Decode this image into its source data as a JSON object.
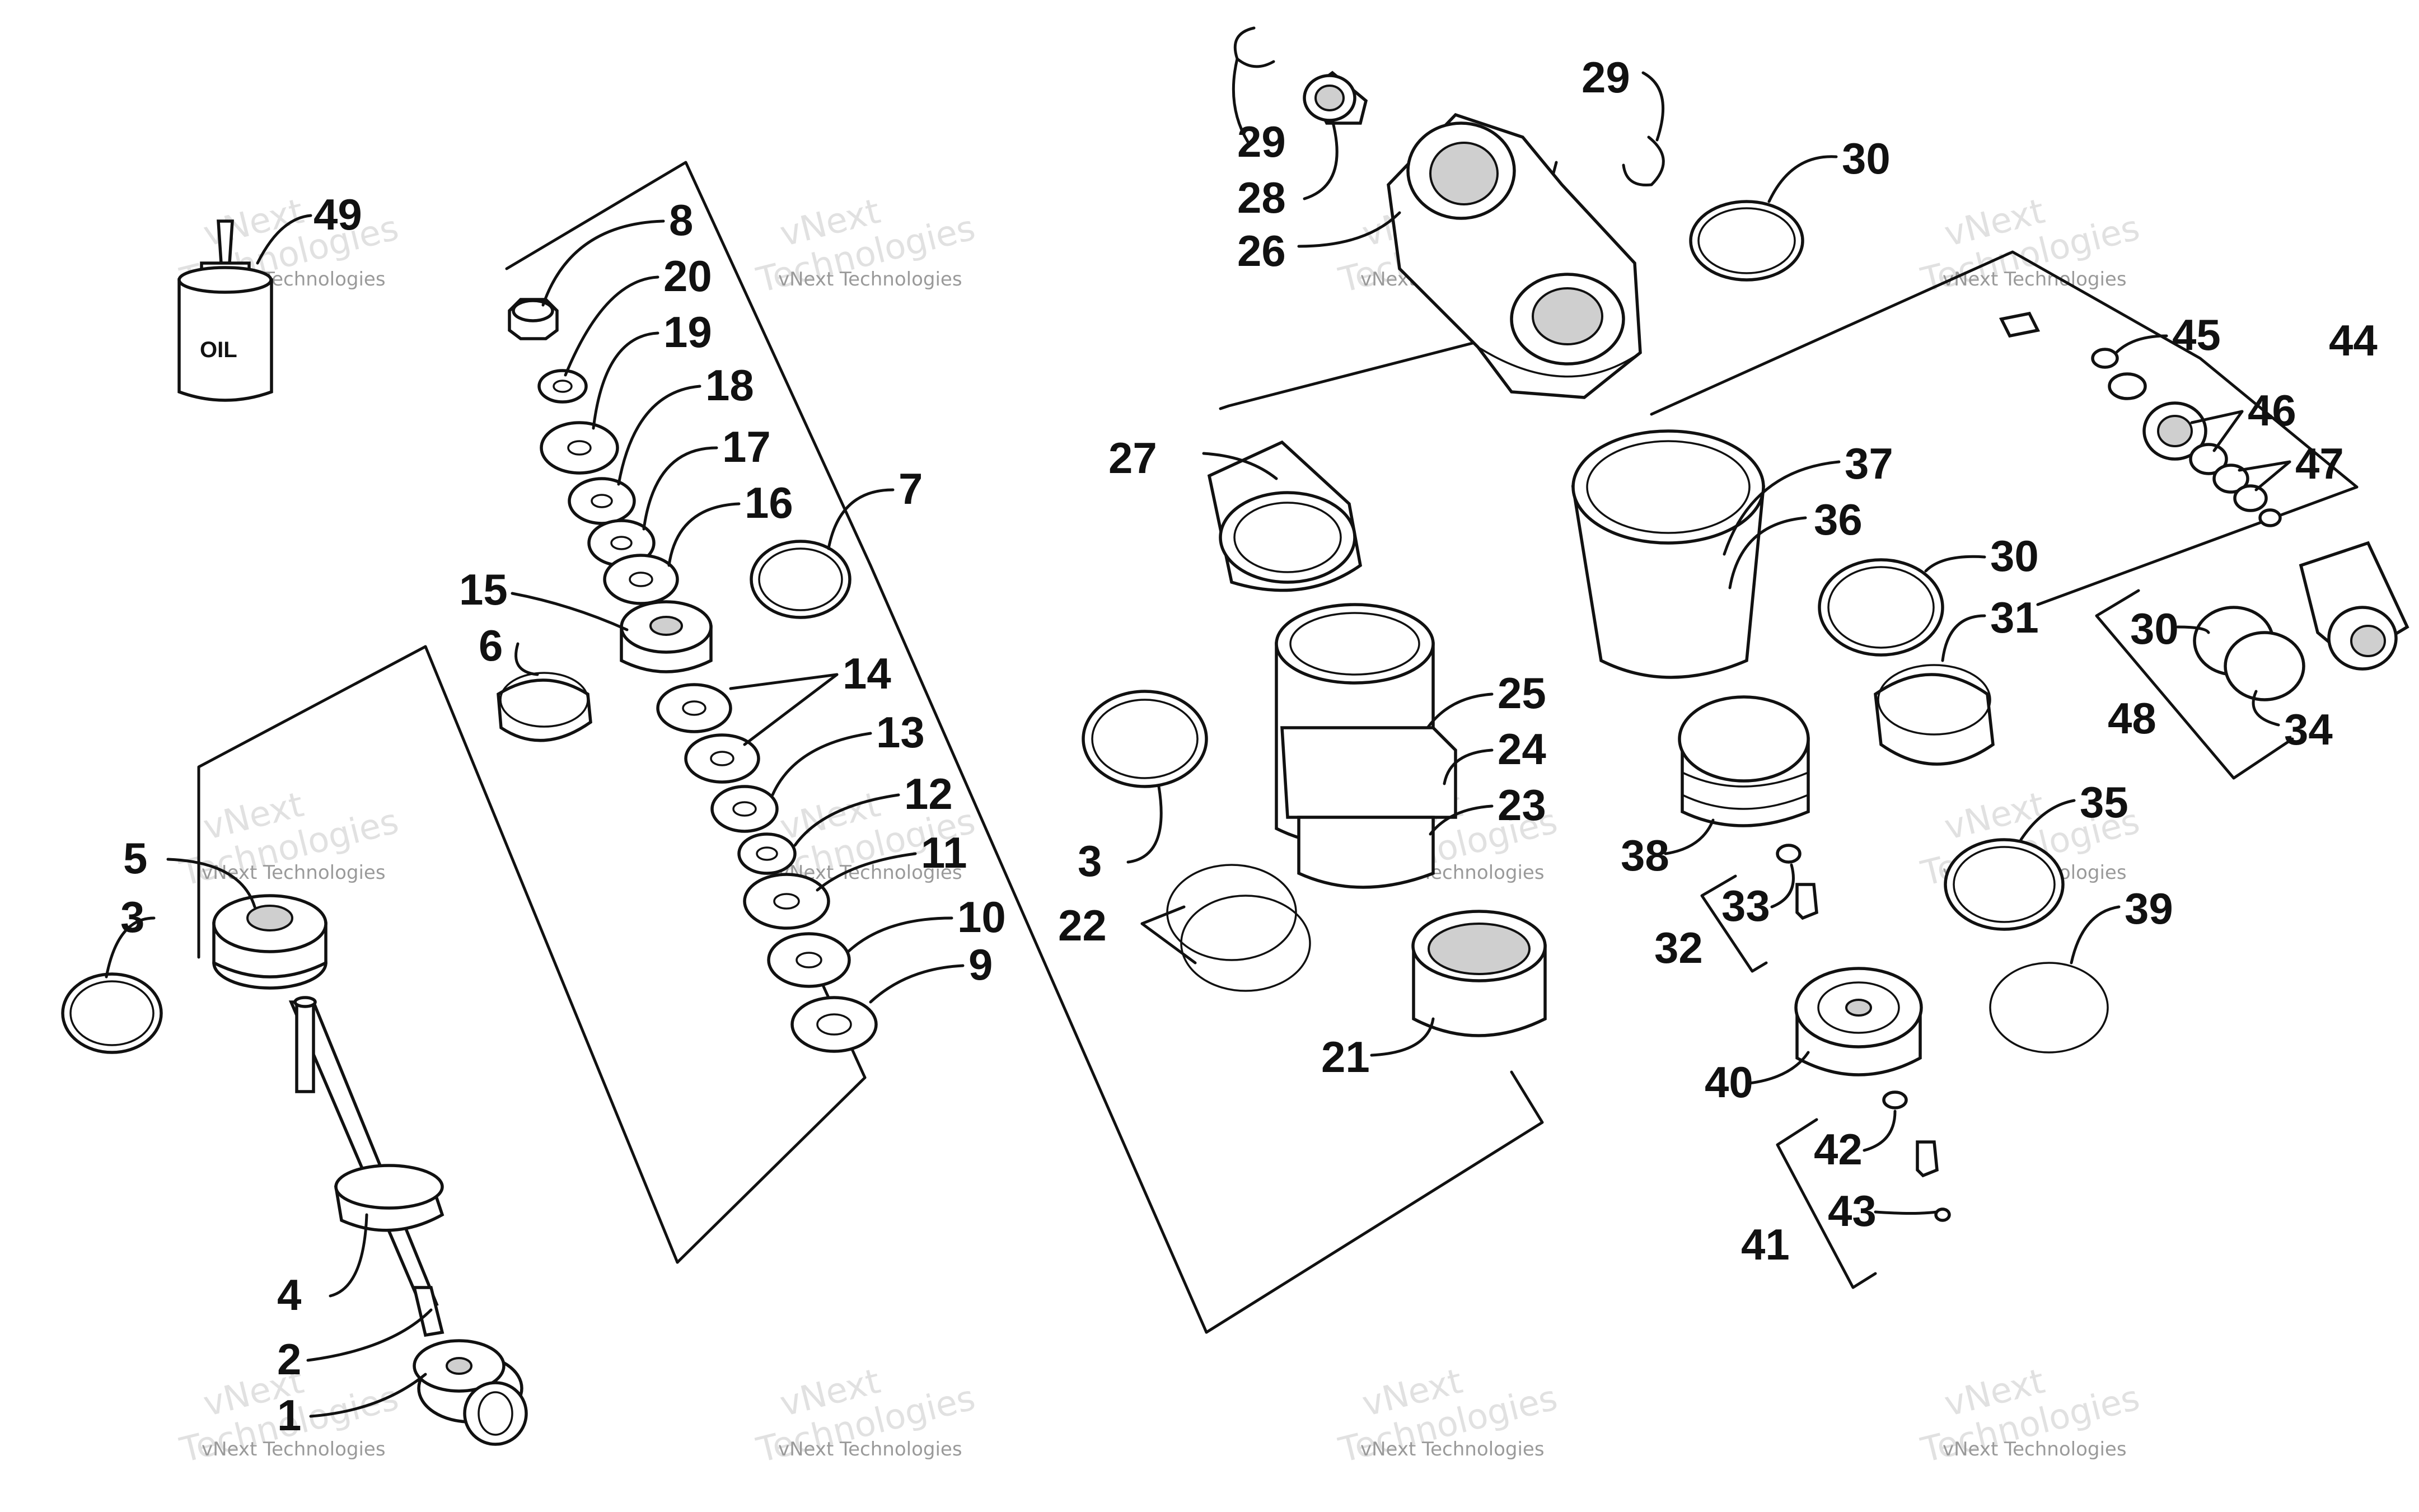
{
  "watermark": {
    "small": "vNext Technologies",
    "big_top": "vNext",
    "big_bottom": "Technologies"
  },
  "oil_label": "OIL",
  "callouts": {
    "c1": "1",
    "c2": "2",
    "c3a": "3",
    "c3b": "3",
    "c4": "4",
    "c5": "5",
    "c6": "6",
    "c7": "7",
    "c8": "8",
    "c9": "9",
    "c10": "10",
    "c11": "11",
    "c12": "12",
    "c13": "13",
    "c14": "14",
    "c15": "15",
    "c16": "16",
    "c17": "17",
    "c18": "18",
    "c19": "19",
    "c20": "20",
    "c21": "21",
    "c22": "22",
    "c23": "23",
    "c24": "24",
    "c25": "25",
    "c26": "26",
    "c27": "27",
    "c28": "28",
    "c29a": "29",
    "c29b": "29",
    "c30a": "30",
    "c30b": "30",
    "c30c": "30",
    "c31": "31",
    "c32": "32",
    "c33": "33",
    "c34": "34",
    "c35": "35",
    "c36": "36",
    "c37": "37",
    "c38": "38",
    "c39": "39",
    "c40": "40",
    "c41": "41",
    "c42": "42",
    "c43": "43",
    "c44": "44",
    "c45": "45",
    "c46": "46",
    "c47": "47",
    "c48": "48",
    "c49": "49"
  }
}
